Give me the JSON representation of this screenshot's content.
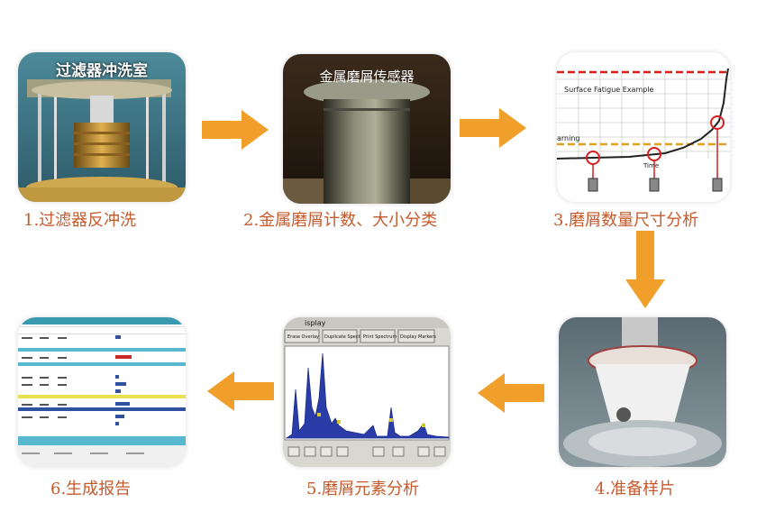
{
  "steps": [
    {
      "caption": "1.过滤器反冲洗",
      "overlay": "过滤器冲洗室"
    },
    {
      "caption": "2.金属磨屑计数、大小分类",
      "overlay": "金属磨屑传感器"
    },
    {
      "caption": "3.磨屑数量尺寸分析",
      "chart_title": "Surface Fatigue Example",
      "warning_label": "arning",
      "time_label": "Time"
    },
    {
      "caption": "4.准备样片"
    },
    {
      "caption": "5.磨屑元素分析",
      "window_title": "isplay",
      "buttons": [
        "Erase Overlay",
        "Duplicate Spectrum",
        "Print Spectrum",
        "Display Markers"
      ]
    },
    {
      "caption": "6.生成报告"
    }
  ],
  "colors": {
    "caption": "#c65a2c",
    "arrow": "#f0a02a",
    "danger_line": "#d42020",
    "warning_line": "#e0a020",
    "spectrum": "#2a3ca8"
  }
}
